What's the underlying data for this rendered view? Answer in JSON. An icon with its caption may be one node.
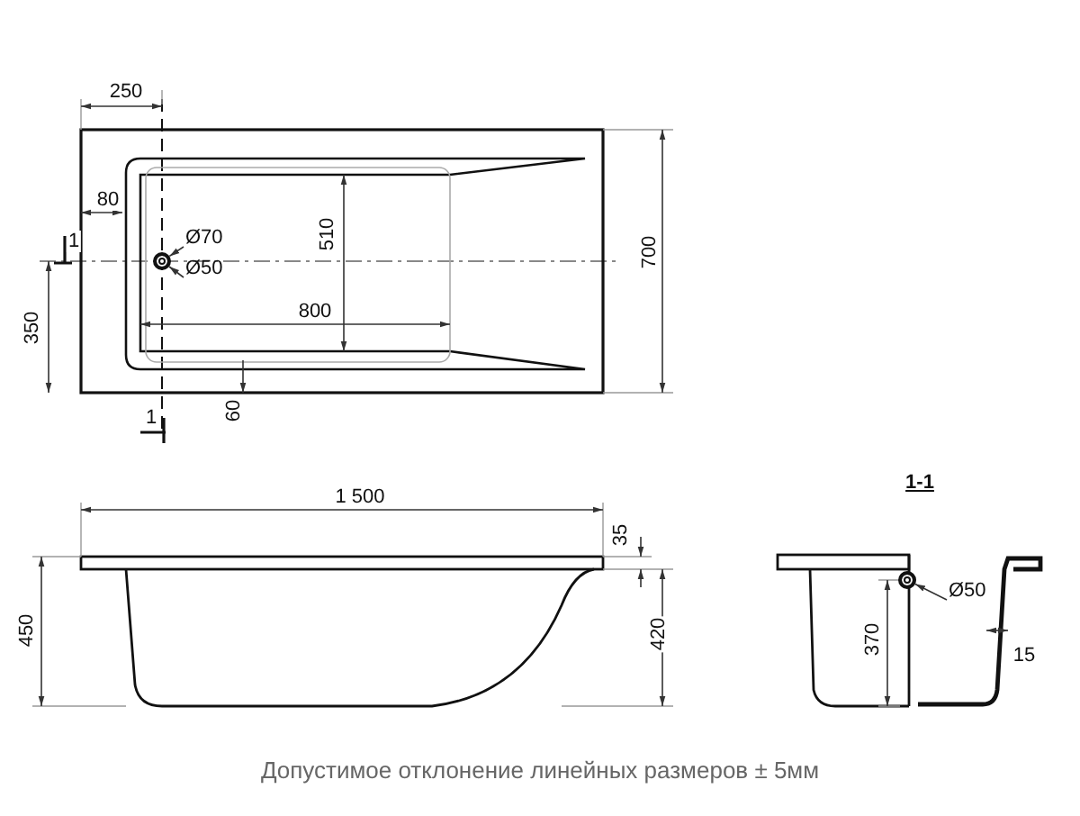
{
  "diagram": {
    "caption": "Допустимое отклонение линейных размеров ± 5мм",
    "nodes": [
      {
        "text": [
          "Ø70"
        ]
      },
      {
        "text": [
          "Ø50"
        ]
      },
      {
        "text": [],
        "shape": "circle"
      },
      {
        "text": [
          "Ø50"
        ]
      },
      {
        "text": [],
        "shape": "circle"
      }
    ],
    "edges": [
      {
        "from": 0,
        "to": 2,
        "arrow": "to"
      },
      {
        "from": 1,
        "to": 2,
        "arrow": "to"
      },
      {
        "from": 3,
        "to": 4,
        "arrow": "to"
      }
    ],
    "labels": [
      "250",
      "80",
      "1",
      "350",
      "510",
      "800",
      "60",
      "1",
      "700",
      "1 500",
      "1-1",
      "35",
      "450",
      "420",
      "370",
      "15"
    ]
  }
}
